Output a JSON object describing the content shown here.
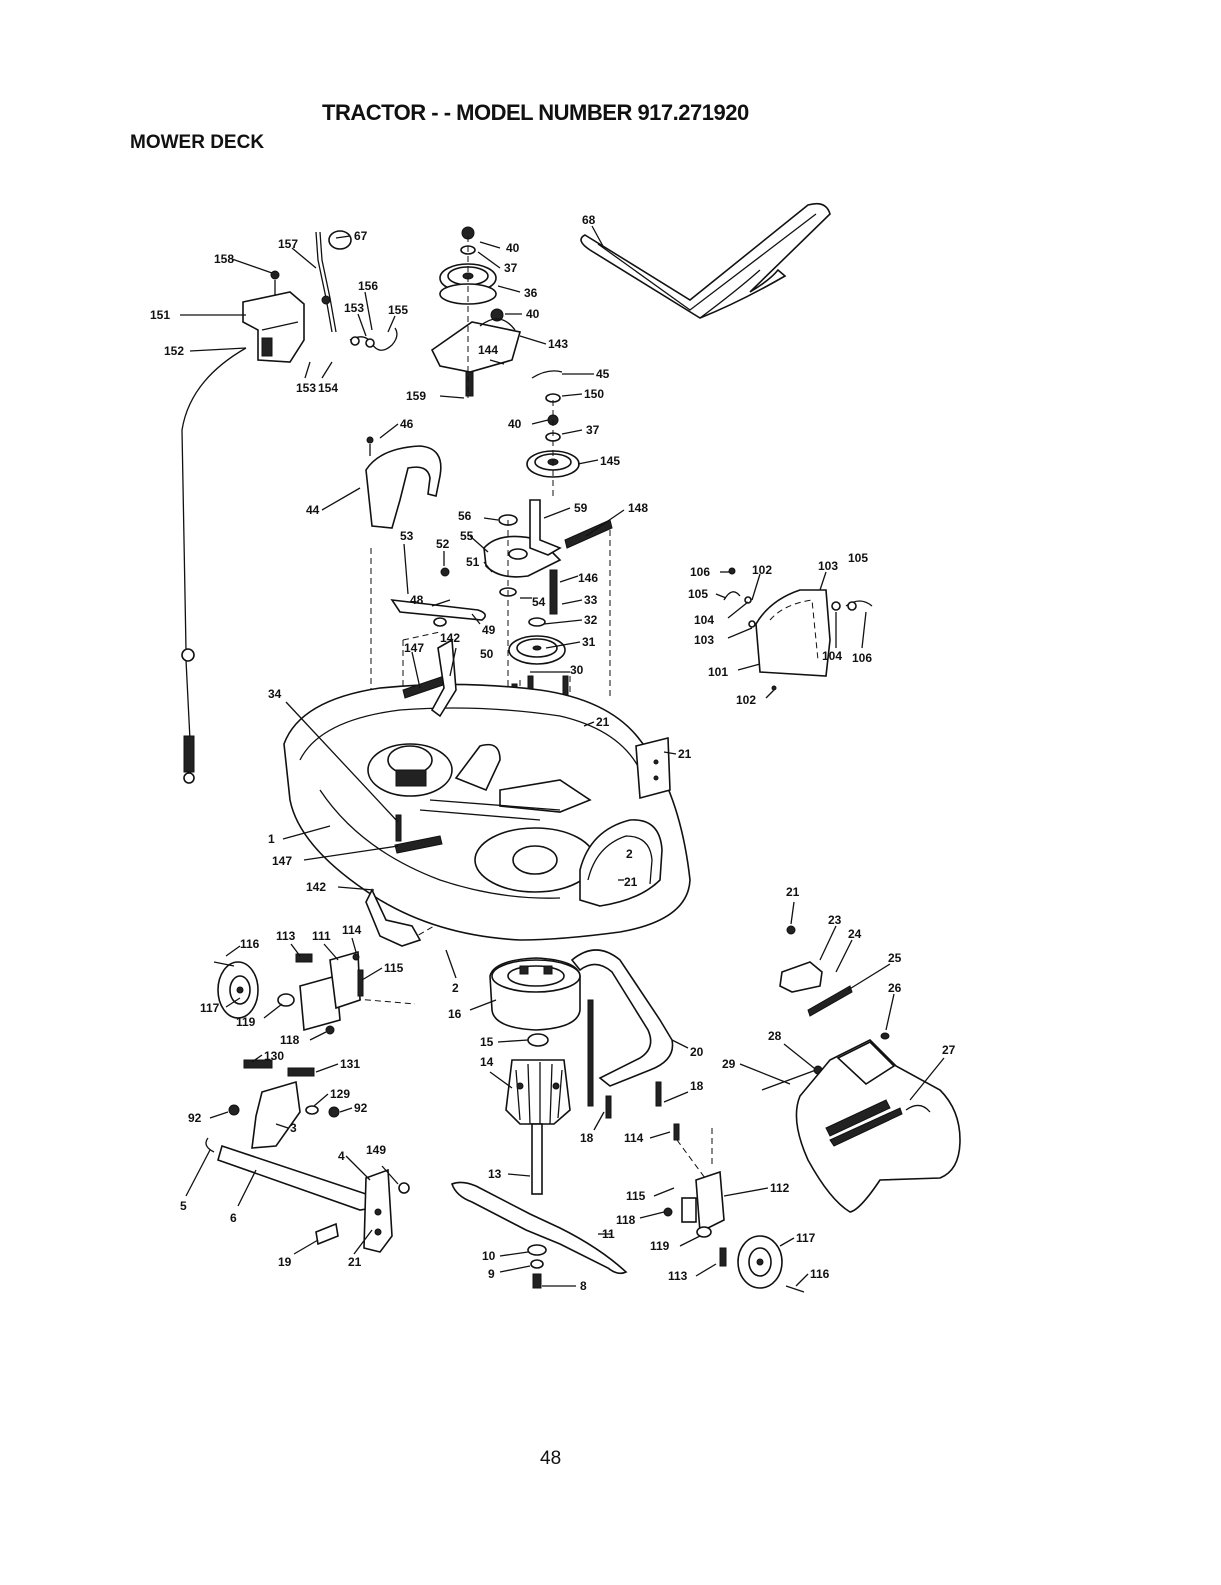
{
  "header": {
    "title": "TRACTOR - - MODEL NUMBER 917.271920",
    "subtitle": "MOWER DECK"
  },
  "footer": {
    "page_number": "48"
  },
  "colors": {
    "ink": "#111111",
    "paper": "#ffffff"
  },
  "callouts": {
    "c158": "158",
    "c157": "157",
    "c67": "67",
    "c156": "156",
    "c151": "151",
    "c153a": "153",
    "c155": "155",
    "c152": "152",
    "c153b": "153",
    "c154": "154",
    "c40a": "40",
    "c37a": "37",
    "c36": "36",
    "c40b": "40",
    "c143": "143",
    "c144": "144",
    "c159": "159",
    "c68": "68",
    "c45": "45",
    "c150": "150",
    "c40c": "40",
    "c37b": "37",
    "c145": "145",
    "c46": "46",
    "c44": "44",
    "c56": "56",
    "c59": "59",
    "c148": "148",
    "c53": "53",
    "c52": "52",
    "c55": "55",
    "c51": "51",
    "c146": "146",
    "c54": "54",
    "c33": "33",
    "c48": "48",
    "c32": "32",
    "c49": "49",
    "c31": "31",
    "c147a": "147",
    "c142a": "142",
    "c50": "50",
    "c30": "30",
    "c21a": "21",
    "c21b": "21",
    "c34": "34",
    "c106a": "106",
    "c102a": "102",
    "c103a": "103",
    "c105a": "105",
    "c105b": "105",
    "c104a": "104",
    "c103b": "103",
    "c104b": "104",
    "c106b": "106",
    "c101": "101",
    "c102b": "102",
    "c1": "1",
    "c147b": "147",
    "c2a": "2",
    "c21c": "21",
    "c142b": "142",
    "c21d": "21",
    "c23": "23",
    "c24": "24",
    "c25": "25",
    "c26": "26",
    "c116a": "116",
    "c113a": "113",
    "c111": "111",
    "c114a": "114",
    "c115a": "115",
    "c2b": "2",
    "c117a": "117",
    "c119a": "119",
    "c16": "16",
    "c118a": "118",
    "c130": "130",
    "c131": "131",
    "c15": "15",
    "c14": "14",
    "c20": "20",
    "c28": "28",
    "c27": "27",
    "c29": "29",
    "c18a": "18",
    "c129": "129",
    "c92a": "92",
    "c92b": "92",
    "c3": "3",
    "c18b": "18",
    "c114b": "114",
    "c4": "4",
    "c149": "149",
    "c13": "13",
    "c112": "112",
    "c5": "5",
    "c6": "6",
    "c115b": "115",
    "c118b": "118",
    "c11": "11",
    "c117b": "117",
    "c119b": "119",
    "c19": "19",
    "c21e": "21",
    "c10": "10",
    "c9": "9",
    "c8": "8",
    "c113b": "113",
    "c116b": "116"
  }
}
